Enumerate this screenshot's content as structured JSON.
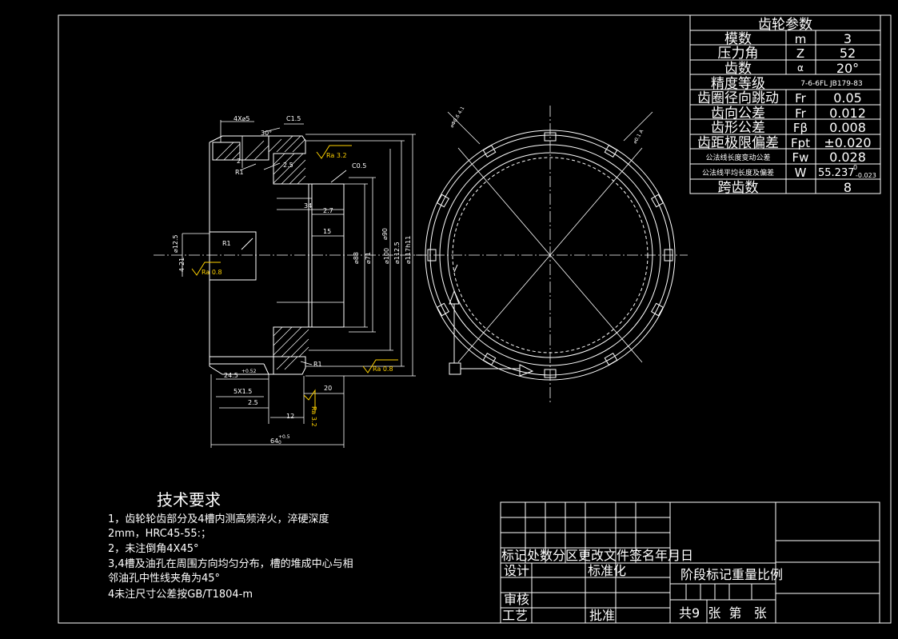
{
  "gear_table": {
    "title": "齿轮参数",
    "rows": [
      {
        "name": "模数",
        "symbol": "m",
        "value": "3"
      },
      {
        "name": "压力角",
        "symbol": "Z",
        "value": "52"
      },
      {
        "name": "齿数",
        "symbol": "α",
        "value": "20°"
      },
      {
        "name": "精度等级",
        "symbol": "",
        "value": "7-6-6FL JB179-83"
      },
      {
        "name": "齿圈径向跳动",
        "symbol": "Fr",
        "value": "0.05"
      },
      {
        "name": "齿向公差",
        "symbol": "Fr",
        "value": "0.012"
      },
      {
        "name": "齿形公差",
        "symbol": "Fβ",
        "value": "0.008"
      },
      {
        "name": "齿距极限偏差",
        "symbol": "Fpt",
        "value": "±0.020"
      },
      {
        "name": "公法线长度变动公差",
        "symbol": "Fw",
        "value": "0.028"
      },
      {
        "name": "公法线平均长度及偏差",
        "symbol": "W",
        "value": "55.237",
        "tol_upper": "0",
        "tol_lower": "-0.023"
      },
      {
        "name": "跨齿数",
        "symbol": "",
        "value": "8"
      }
    ]
  },
  "section_dims": {
    "d1": "4X⌀5",
    "d2": "C1.5",
    "d3": "30°",
    "d4": "2",
    "d5": "R1",
    "d6": "2.5",
    "d7": "C0.5",
    "d8": "34",
    "d9": "2.7",
    "d10": "15",
    "d11": "R1",
    "d12": "⌀88",
    "d13": "⌀100",
    "d14": "⌀12.5",
    "d15": "4-21",
    "d16": "⌀71",
    "d17": "⌀90",
    "d18": "⌀112.5",
    "d19": "⌀117h11",
    "d20": "R1",
    "d21": "24.5",
    "d22": "+0.52",
    "d23": "5X1.5",
    "d24": "2.5",
    "d25": "20",
    "d26": "12",
    "d27": "64",
    "d28": "+0.5",
    "d29": "0"
  },
  "roughness": {
    "r1": "Ra 3.2",
    "r2": "Ra 0.8",
    "r3": "Ra 0.8",
    "r4": "Ra 3.2"
  },
  "face_view": {
    "label_left": "⌀Φ0.6 4.1",
    "label_right": "⌀0.1 A"
  },
  "tech_requirements": {
    "title": "技术要求",
    "lines": [
      "1，齿轮轮齿部分及4槽内测高频淬火，淬硬深度",
      "2mm，HRC45-55:；",
      "2，未注倒角4X45°",
      "3,4槽及油孔在周围方向均匀分布，槽的堆成中心与相",
      "邻油孔中性线夹角为45°",
      "4未注尺寸公差按GB/T1804-m"
    ]
  },
  "title_block": {
    "header_row": "标记处数分区更改文件签名年月日",
    "design": "设计",
    "standard": "标准化",
    "stage": "阶段标记重量比例",
    "check": "审核",
    "process": "工艺",
    "approve": "批准",
    "sheets": "共9  张  第   张"
  }
}
